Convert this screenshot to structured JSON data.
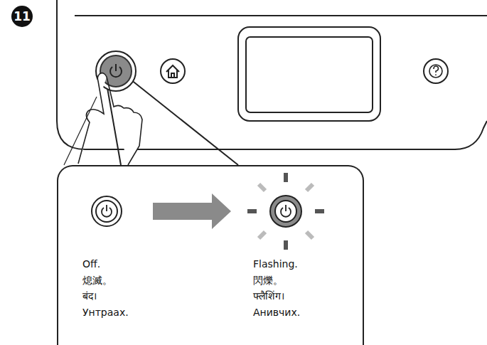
{
  "diagram": {
    "nodes": [
      {
        "text": [
          "Off.",
          "熄滅。",
          "बंद।",
          "Унтраах.",
          "Flashing.",
          "閃爍。",
          "फ्लैशिंग।",
          "Анивчих."
        ]
      }
    ],
    "labels": [
      "11"
    ]
  }
}
